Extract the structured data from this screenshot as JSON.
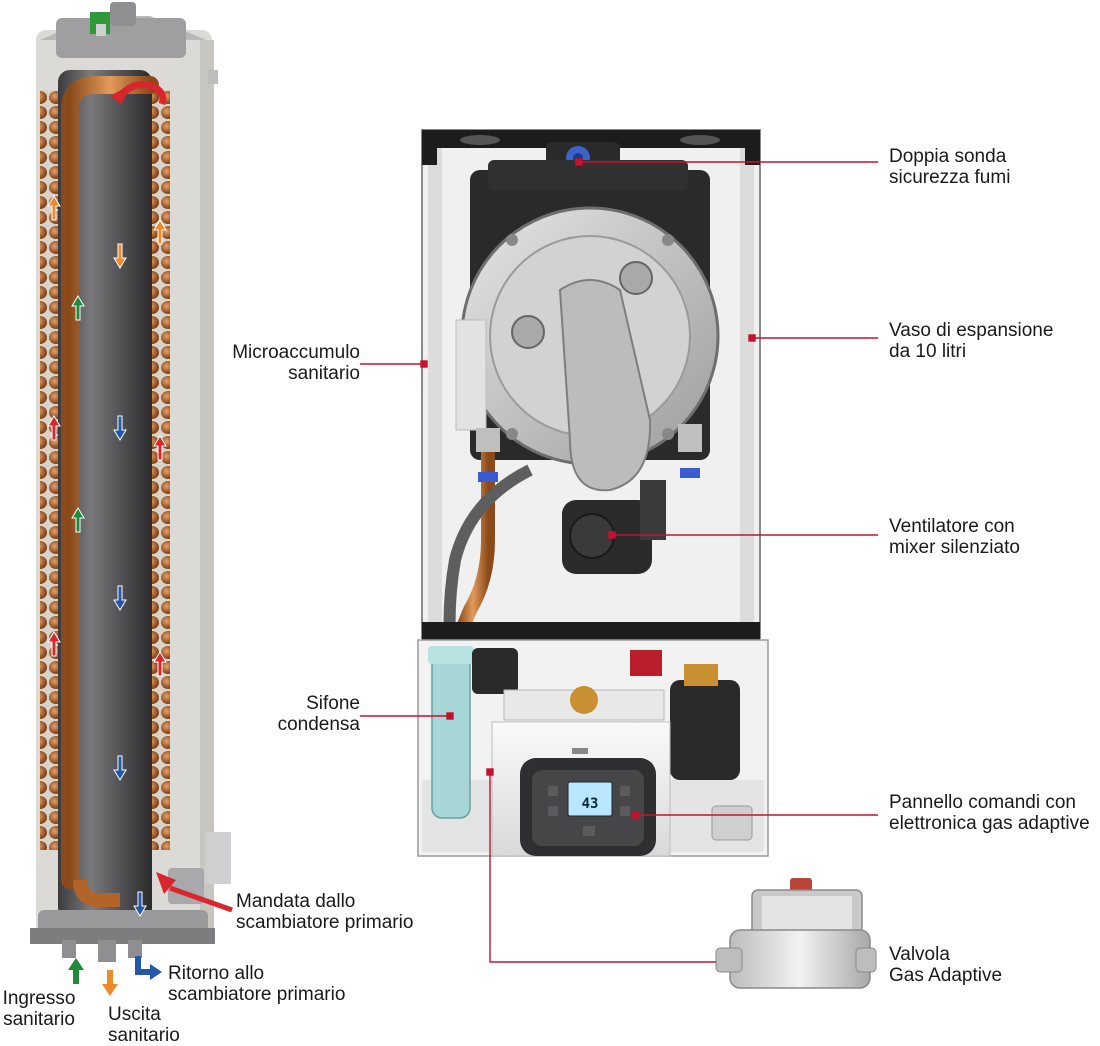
{
  "labels": {
    "doppia_sonda": "Doppia sonda\nsicurezza fumi",
    "microaccumulo": "Microaccumulo\nsanitario",
    "vaso": "Vaso di espansione\nda 10 litri",
    "ventilatore": "Ventilatore con\nmixer silenziato",
    "sifone": "Sifone\ncondensa",
    "pannello": "Pannello comandi con\nelettronica gas adaptive",
    "mandata": "Mandata dallo\nscambiatore primario",
    "valvola": "Valvola\nGas Adaptive",
    "ritorno": "Ritorno allo\nscambiatore primario",
    "ingresso": "Ingresso\nsanitario",
    "uscita": "Uscita\nsanitario"
  },
  "display": {
    "value": "43"
  },
  "colors": {
    "leader": "#c8102e",
    "copper": "#c9712c",
    "arrow_hot": "#d9262c",
    "arrow_cold": "#2357a8",
    "arrow_green": "#1e8a3a",
    "arrow_orange": "#ee8a2a"
  }
}
